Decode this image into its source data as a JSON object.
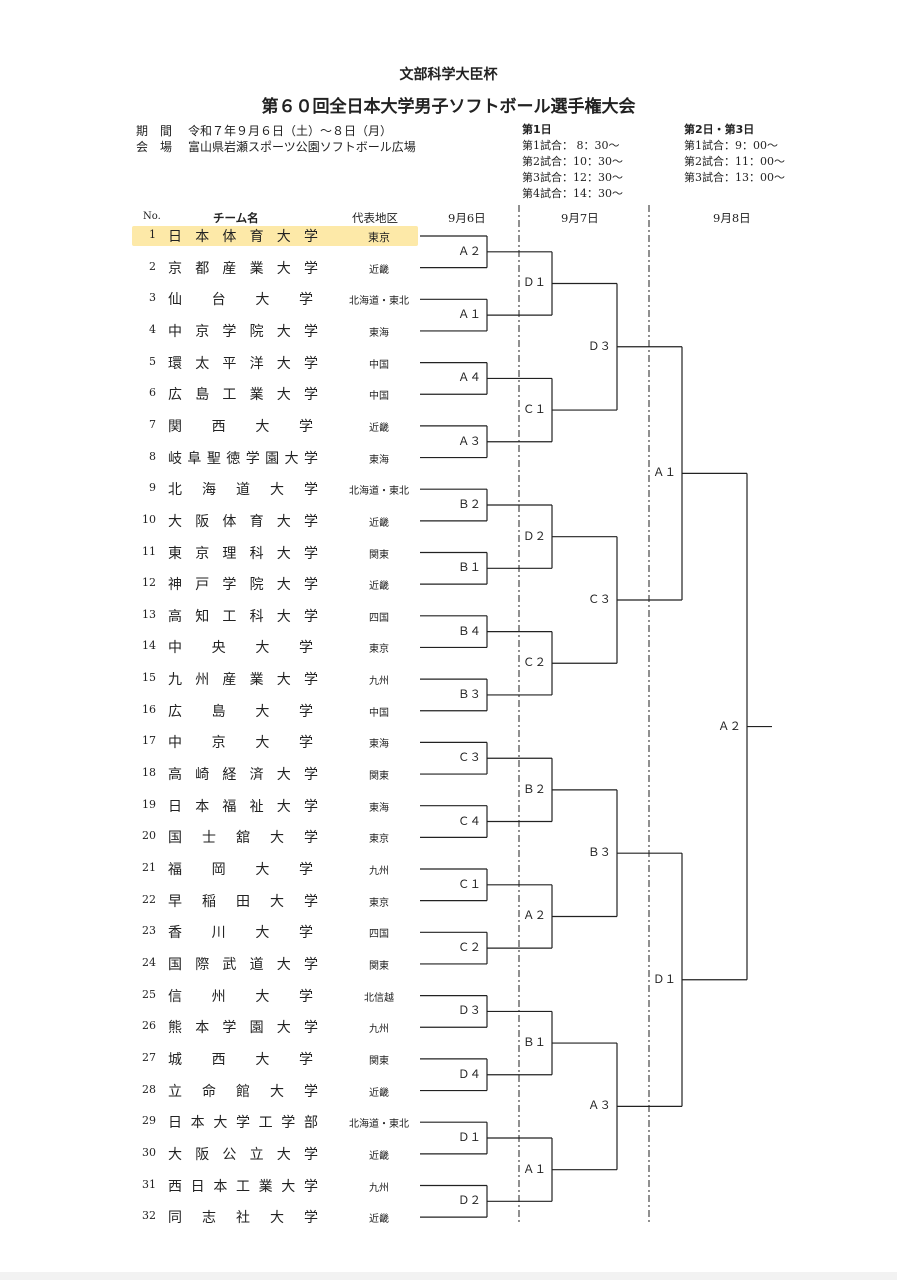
{
  "header": {
    "subtitle": "文部科学大臣杯",
    "title": "第６０回全日本大学男子ソフトボール選手権大会",
    "period_label": "期　間",
    "period_value": "令和７年９月６日（土）～８日（月）",
    "venue_label": "会　場",
    "venue_value": "富山県岩瀬スポーツ公園ソフトボール広場"
  },
  "schedule": {
    "day1": {
      "title": "第1日",
      "games": [
        "第1試合：  8：30～",
        "第2試合：10：30～",
        "第3試合：12：30～",
        "第4試合：14：30～"
      ]
    },
    "day23": {
      "title": "第2日・第3日",
      "games": [
        "第1試合：9：00～",
        "第2試合：11：00～",
        "第3試合：13：00～"
      ]
    }
  },
  "columns": {
    "no": "No.",
    "team": "チーム名",
    "region": "代表地区",
    "day1": "9月6日",
    "day2": "9月7日",
    "day3": "9月8日"
  },
  "teams": [
    {
      "no": "1",
      "name": "日本体育大学",
      "region": "東京",
      "highlight": true
    },
    {
      "no": "2",
      "name": "京都産業大学",
      "region": "近畿"
    },
    {
      "no": "3",
      "name": "仙台大学",
      "region": "北海道・東北"
    },
    {
      "no": "4",
      "name": "中京学院大学",
      "region": "東海"
    },
    {
      "no": "5",
      "name": "環太平洋大学",
      "region": "中国"
    },
    {
      "no": "6",
      "name": "広島工業大学",
      "region": "中国"
    },
    {
      "no": "7",
      "name": "関西大学",
      "region": "近畿"
    },
    {
      "no": "8",
      "name": "岐阜聖徳学園大学",
      "region": "東海"
    },
    {
      "no": "9",
      "name": "北海道大学",
      "region": "北海道・東北"
    },
    {
      "no": "10",
      "name": "大阪体育大学",
      "region": "近畿"
    },
    {
      "no": "11",
      "name": "東京理科大学",
      "region": "関東"
    },
    {
      "no": "12",
      "name": "神戸学院大学",
      "region": "近畿"
    },
    {
      "no": "13",
      "name": "高知工科大学",
      "region": "四国"
    },
    {
      "no": "14",
      "name": "中央大学",
      "region": "東京"
    },
    {
      "no": "15",
      "name": "九州産業大学",
      "region": "九州"
    },
    {
      "no": "16",
      "name": "広島大学",
      "region": "中国"
    },
    {
      "no": "17",
      "name": "中京大学",
      "region": "東海"
    },
    {
      "no": "18",
      "name": "高崎経済大学",
      "region": "関東"
    },
    {
      "no": "19",
      "name": "日本福祉大学",
      "region": "東海"
    },
    {
      "no": "20",
      "name": "国士舘大学",
      "region": "東京"
    },
    {
      "no": "21",
      "name": "福岡大学",
      "region": "九州"
    },
    {
      "no": "22",
      "name": "早稲田大学",
      "region": "東京"
    },
    {
      "no": "23",
      "name": "香川大学",
      "region": "四国"
    },
    {
      "no": "24",
      "name": "国際武道大学",
      "region": "関東"
    },
    {
      "no": "25",
      "name": "信州大学",
      "region": "北信越"
    },
    {
      "no": "26",
      "name": "熊本学園大学",
      "region": "九州"
    },
    {
      "no": "27",
      "name": "城西大学",
      "region": "関東"
    },
    {
      "no": "28",
      "name": "立命館大学",
      "region": "近畿"
    },
    {
      "no": "29",
      "name": "日本大学工学部",
      "region": "北海道・東北"
    },
    {
      "no": "30",
      "name": "大阪公立大学",
      "region": "近畿"
    },
    {
      "no": "31",
      "name": "西日本工業大学",
      "region": "九州"
    },
    {
      "no": "32",
      "name": "同志社大学",
      "region": "近畿"
    }
  ],
  "bracket": {
    "round1": [
      "Ａ２",
      "Ａ１",
      "Ａ４",
      "Ａ３",
      "Ｂ２",
      "Ｂ１",
      "Ｂ４",
      "Ｂ３",
      "Ｃ３",
      "Ｃ４",
      "Ｃ１",
      "Ｃ２",
      "Ｄ３",
      "Ｄ４",
      "Ｄ１",
      "Ｄ２"
    ],
    "round2": [
      "Ｄ１",
      "Ｃ１",
      "Ｄ２",
      "Ｃ２",
      "Ｂ２",
      "Ａ２",
      "Ｂ１",
      "Ａ１"
    ],
    "quarter": [
      "Ｄ３",
      "Ｃ３",
      "Ｂ３",
      "Ａ３"
    ],
    "semi": [
      "Ａ１",
      "Ｄ１"
    ],
    "final": [
      "Ａ２"
    ]
  },
  "colors": {
    "highlight": "#fde9a8",
    "line": "#222222"
  }
}
